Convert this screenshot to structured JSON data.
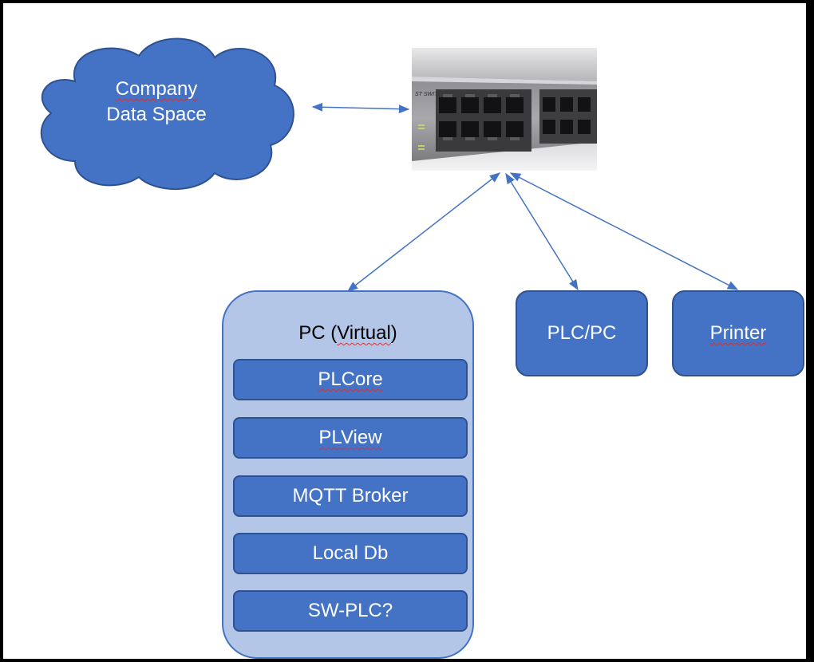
{
  "cloud": {
    "line1": "Company",
    "line2": "Data Space"
  },
  "network_switch": {
    "label": "ST SWITCH"
  },
  "pc_virtual": {
    "title_prefix": "PC (",
    "title_word": "Virtual",
    "title_suffix": ")",
    "modules": [
      "PLCore",
      "PLView",
      "MQTT Broker",
      "Local Db",
      "SW-PLC?"
    ]
  },
  "devices": {
    "plc_pc": "PLC/PC",
    "printer": "Printer"
  },
  "colors": {
    "node_fill": "#4472c4",
    "node_border": "#2f528f",
    "container_fill": "#b3c6e7",
    "connector": "#4472c4"
  }
}
